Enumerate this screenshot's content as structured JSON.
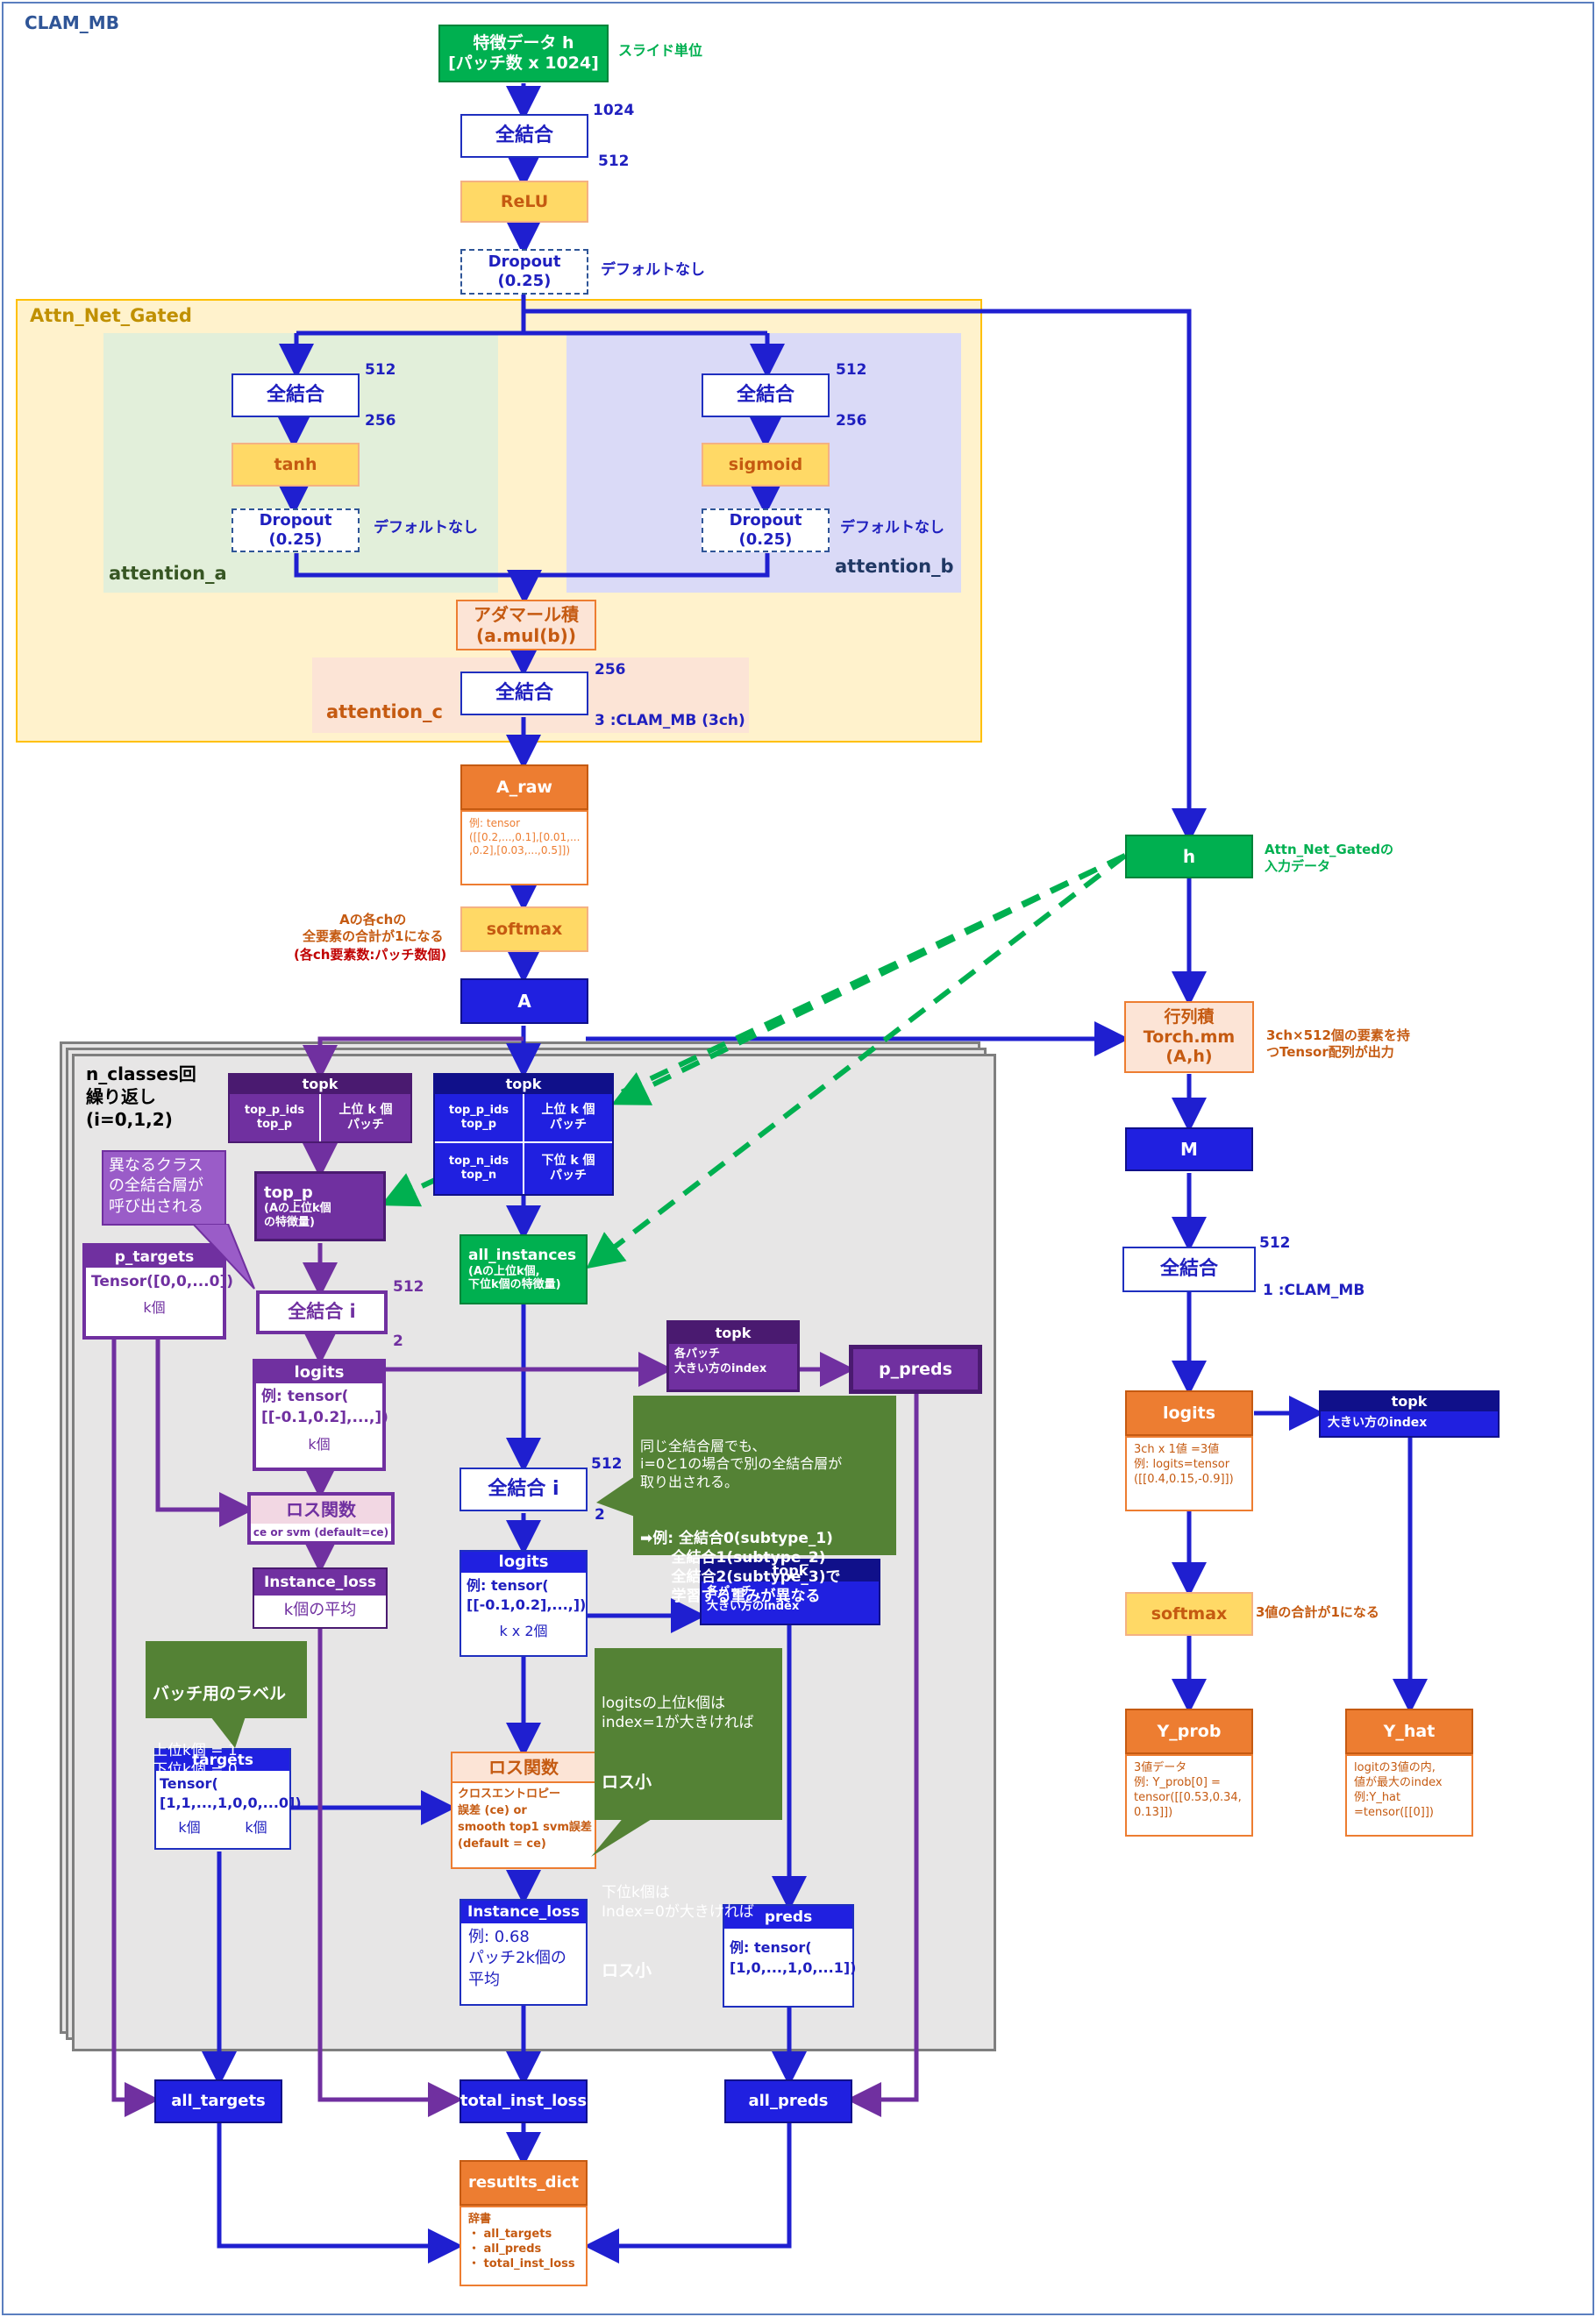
{
  "title": "CLAM_MB",
  "groups": {
    "attn_net_gated": "Attn_Net_Gated",
    "attention_a": "attention_a",
    "attention_b": "attention_b",
    "attention_c": "attention_c",
    "loop_title": "n_classes回\n繰り返し\n(i=0,1,2)"
  },
  "nodes": {
    "features": "特徴データ h\n[パッチ数 x 1024]",
    "fc_main": "全結合",
    "relu": "ReLU",
    "dropout_main": "Dropout\n(0.25)",
    "fc_a": "全結合",
    "tanh": "tanh",
    "dropout_a": "Dropout\n(0.25)",
    "fc_b": "全結合",
    "sigmoid": "sigmoid",
    "dropout_b": "Dropout\n(0.25)",
    "hadamard": "アダマール積\n(a.mul(b))",
    "fc_c": "全結合",
    "a_raw": "A_raw",
    "a_raw_detail": "例: tensor\n([[0.2,...,0.1],[0.01,...\n,0.2],[0.03,...,0.5]])",
    "softmax_a": "softmax",
    "A": "A",
    "h": "h",
    "matmul": "行列積\nTorch.mm\n(A,h)",
    "M": "M",
    "fc_right": "全結合",
    "logits_right": "logits",
    "logits_right_detail": "3ch x 1値 =3値\n例: logits=tensor\n([[0.4,0.15,-0.9]])",
    "softmax_right": "softmax",
    "y_prob": "Y_prob",
    "y_prob_detail": "3値データ\n例: Y_prob[0] =\ntensor([[0.53,0.34,\n0.13]])",
    "topk_right_title": "topk",
    "topk_right_body": "大きい方のindex",
    "y_hat": "Y_hat",
    "y_hat_detail": "logitの3値の内,\n値が最大のindex\n例:Y_hat\n=tensor([[0]])",
    "topk_p_title": "topk",
    "topk_p_left": "top_p_ids\ntop_p",
    "topk_p_right": "上位 k 個\nパッチ",
    "topk_main_title": "topk",
    "topk_main_r1_left": "top_p_ids\ntop_p",
    "topk_main_r1_right": "上位 k 個\nパッチ",
    "topk_main_r2_left": "top_n_ids\ntop_n",
    "topk_main_r2_right": "下位 k 個\nパッチ",
    "top_p": "top_p",
    "top_p_detail": "(Aの上位k個\nの特徴量)",
    "p_targets": "p_targets",
    "p_targets_detail": "Tensor([0,0,...0])",
    "p_targets_k": "k個",
    "fc_i_left": "全結合 i",
    "logits_left": "logits",
    "logits_left_detail": "例: tensor(\n[[-0.1,0.2],...,])",
    "logits_left_k": "k個",
    "loss_left": "ロス関数",
    "loss_left_detail": "ce or svm (default=ce)",
    "instance_loss_left": "Instance_loss",
    "instance_loss_left_detail": "k個の平均",
    "topk_pp_title": "topk",
    "topk_pp_body": "各パッチ\n大きい方のindex",
    "p_preds": "p_preds",
    "all_instances": "all_instances",
    "all_instances_detail": "(Aの上位k個,\n下位k個の特徴量)",
    "fc_i_center": "全結合 i",
    "logits_center": "logits",
    "logits_center_detail": "例: tensor(\n[[-0.1,0.2],...,])",
    "logits_center_k": "k x 2個",
    "topk_center_title": "topk",
    "topk_center_body": "各パッチ\n大きい方のindex",
    "targets": "targets",
    "targets_detail": "Tensor(\n[1,1,...,1,0,0,...0])",
    "targets_k1": "k個",
    "targets_k2": "k個",
    "loss_center": "ロス関数",
    "loss_center_detail": "クロスエントロピー\n誤差 (ce) or\nsmooth top1 svm誤差\n(default = ce)",
    "instance_loss_center": "Instance_loss",
    "instance_loss_center_detail": "例: 0.68\nパッチ2k個の\n平均",
    "preds": "preds",
    "preds_detail": "例: tensor(\n[1,0,...,1,0,...1])",
    "all_targets": "all_targets",
    "total_inst_loss": "total_inst_loss",
    "all_preds": "all_preds",
    "results_dict": "resutlts_dict",
    "results_dict_detail": "辞書\n・ all_targets\n・ all_preds\n・ total_inst_loss"
  },
  "labels": {
    "d1024": "1024",
    "d512_top": "512",
    "d512_a": "512",
    "d256_a": "256",
    "d512_b": "512",
    "d256_b": "256",
    "d256_c": "256",
    "d3_c": "3 :CLAM_MB (3ch)",
    "d512_right": "512",
    "d1_right": "1 :CLAM_MB",
    "d512_left": "512",
    "d2_left": "2",
    "d512_center": "512",
    "d2_center": "2",
    "slide_unit": "スライド単位",
    "default_none_main": "デフォルトなし",
    "default_none_a": "デフォルトなし",
    "default_none_b": "デフォルトなし",
    "h_input": "Attn_Net_Gatedの\n入力データ",
    "matmul_note": "3ch×512個の要素を持\nつTensor配列が出力",
    "softmax_note": "Aの各chの\n全要素の合計が1になる",
    "softmax_note2": "(各ch要素数:パッチ数個)",
    "softmax_right_note": "3値の合計が1になる"
  },
  "callouts": {
    "diff_class": "異なるクラス\nの全結合層が\n呼び出される",
    "batch_label_title": "バッチ用のラベル",
    "batch_label_body": "上位k個 = 1\n下位k個 = 0",
    "same_fc_body": "同じ全結合層でも、\ni=0と1の場合で別の全結合層が\n取り出される。",
    "same_fc_bold": "➡例: 全結合0(subtype_1)\n      全結合1(subtype_2)\n      全結合2(subtype_3)で\n      学習する重みが異なる",
    "loss_note_1": "logitsの上位k個は\nindex=1が大きければ",
    "loss_note_2": "ロス小",
    "loss_note_3": "下位k個は\nIndex=0が大きければ",
    "loss_note_4": "ロス小"
  },
  "colors": {
    "blue_arrow": "#1f1fd0",
    "purple_arrow": "#7030a0",
    "green_dash": "#00b050",
    "attn_outer": "#fff2cc",
    "attention_a_bg": "#e2efda",
    "attention_b_bg": "#dadaf7",
    "attention_c_bg": "#fce4d6",
    "loop_bg": "#e7e6e6"
  }
}
